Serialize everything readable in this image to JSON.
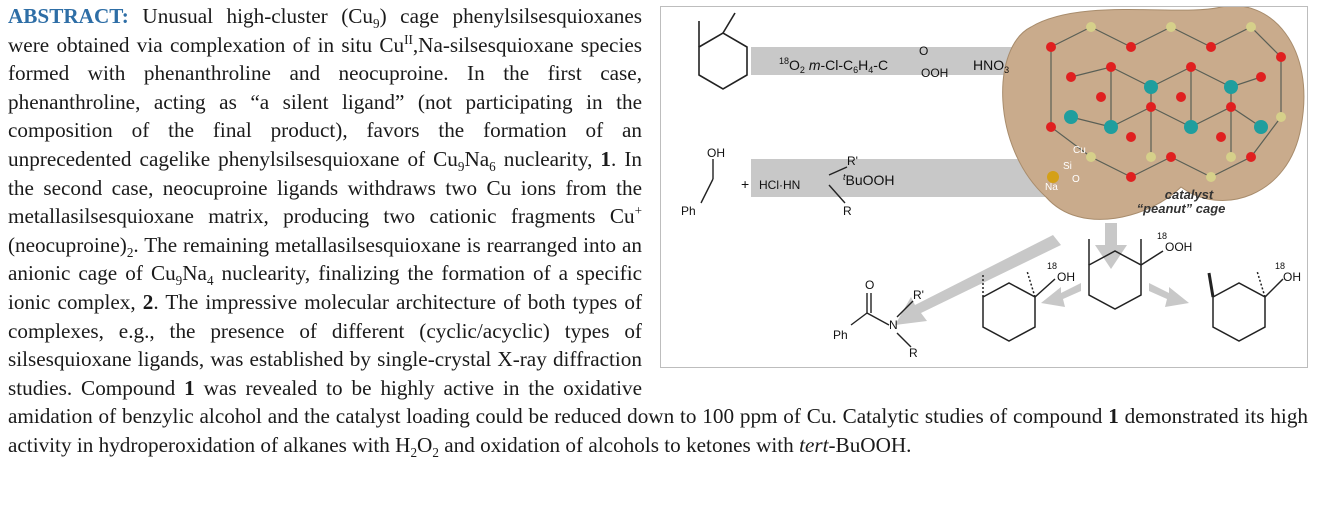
{
  "abstract": {
    "label": "ABSTRACT:",
    "segments": [
      {
        "t": " Unusual high-cluster (Cu"
      },
      {
        "sub": "9"
      },
      {
        "t": ") cage phenylsilsesquioxanes were obtained via complexation of in situ Cu"
      },
      {
        "sup": "II"
      },
      {
        "t": ",Na-silsesquioxane species formed with phenanthroline and neocuproine. In the first case, phenanthroline, acting as “a silent ligand” (not participating in the composition of the final product), favors the formation of an unprecedented cagelike phenylsilsesquioxane of Cu"
      },
      {
        "sub": "9"
      },
      {
        "t": "Na"
      },
      {
        "sub": "6"
      },
      {
        "t": " nuclearity, "
      },
      {
        "b": "1"
      },
      {
        "t": ". In the second case, neocuproine ligands withdraws two Cu ions from the metallasilsesquioxane matrix, producing two cationic fragments Cu"
      },
      {
        "sup": "+"
      },
      {
        "t": "(neocuproine)"
      },
      {
        "sub": "2"
      },
      {
        "t": ". The remaining metallasilsesquioxane is rearranged into an anionic cage of Cu"
      },
      {
        "sub": "9"
      },
      {
        "t": "Na"
      },
      {
        "sub": "4"
      },
      {
        "t": " nuclearity, finalizing the formation of a specific ionic complex, "
      },
      {
        "b": "2"
      },
      {
        "t": ". The impressive molecular architecture of both types of complexes, e.g., the presence of different (cyclic/acyclic) types of silsesquioxane ligands, was established by single-crystal X-ray diffraction studies. Compound "
      },
      {
        "b": "1"
      },
      {
        "t": " was revealed to be highly active in the oxidative amidation of benzylic alcohol and the catalyst loading could be reduced down to 100 ppm of Cu. Catalytic studies of compound "
      },
      {
        "b": "1"
      },
      {
        "t": " demonstrated its high activity in hydroperoxidation of alkanes with H"
      },
      {
        "sub": "2"
      },
      {
        "t": "O"
      },
      {
        "sub": "2"
      },
      {
        "t": " and oxidation of alcohols to ketones with "
      },
      {
        "i": "tert"
      },
      {
        "t": "-BuOOH."
      }
    ]
  },
  "graphic": {
    "reagents_top": {
      "iso": "18",
      "o2": "O",
      "o2sub": "2",
      "mcpba": "m-Cl-C",
      "mcpba_sub1": "6",
      "mcpba_h": "H",
      "mcpba_sub2": "4",
      "mcpba_c": "-C",
      "ooh": "OOH",
      "o": "O",
      "hno3": "HNO",
      "hno3_sub": "3"
    },
    "reagents_mid": {
      "tbu_sup": "t",
      "tbu": "BuOOH"
    },
    "alcohol": {
      "oh": "OH",
      "ph": "Ph",
      "plus": "+",
      "hcl": "HCl·HN",
      "r1": "R'",
      "r": "R"
    },
    "amide": {
      "o": "O",
      "ph": "Ph",
      "n": "N",
      "r1": "R'",
      "r": "R"
    },
    "cage": {
      "cu": "Cu",
      "si": "Si",
      "o": "O",
      "na": "Na",
      "caption1": "catalyst",
      "caption2": "“peanut” cage"
    },
    "products": {
      "iso": "18",
      "ooh": "OOH",
      "oh": "OH"
    },
    "colors": {
      "cu": "#1f9e9e",
      "o": "#e02020",
      "si": "#d6d08a",
      "na": "#d4a017",
      "arrow": "#c8c8c8",
      "peanut": "#c9ab8c"
    }
  }
}
